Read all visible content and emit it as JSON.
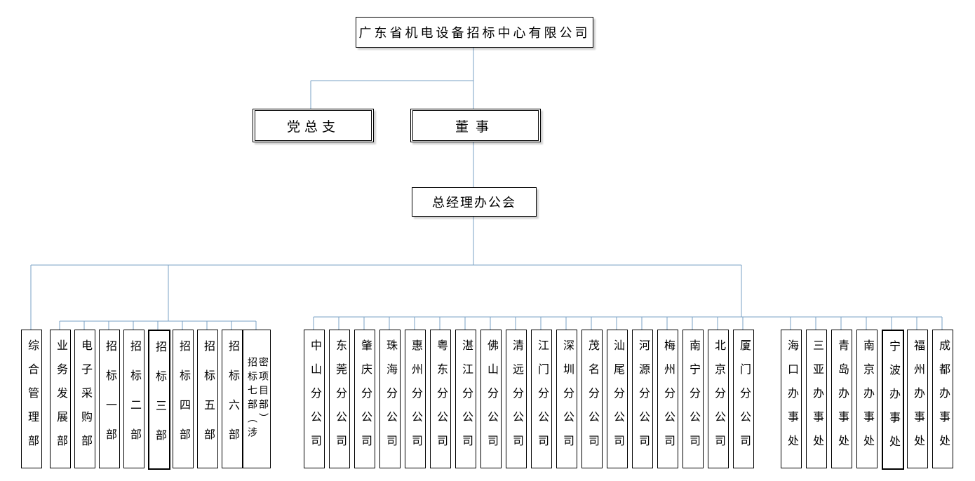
{
  "title_boxes": {
    "root": "广东省机电设备招标中心有限公司",
    "party": "党总支",
    "board": "董事",
    "gm_office": "总经理办公会"
  },
  "org": {
    "admin_dept": {
      "label": "综合管理部"
    },
    "departments": [
      {
        "label": "业务发展部"
      },
      {
        "label": "电子采购部"
      },
      {
        "label": "招标一部"
      },
      {
        "label": "招标二部"
      },
      {
        "label": "招标三部",
        "bold": true
      },
      {
        "label": "招标四部"
      },
      {
        "label": "招标五部"
      },
      {
        "label": "招标六部"
      },
      {
        "label": "招标七部（涉密项目部）",
        "wide": true
      }
    ],
    "branch_companies": [
      {
        "label": "中山分公司"
      },
      {
        "label": "东莞分公司"
      },
      {
        "label": "肇庆分公司"
      },
      {
        "label": "珠海分公司"
      },
      {
        "label": "惠州分公司"
      },
      {
        "label": "粤东分公司"
      },
      {
        "label": "湛江分公司"
      },
      {
        "label": "佛山分公司"
      },
      {
        "label": "清远分公司"
      },
      {
        "label": "江门分公司"
      },
      {
        "label": "深圳分公司"
      },
      {
        "label": "茂名分公司"
      },
      {
        "label": "汕尾分公司"
      },
      {
        "label": "河源分公司"
      },
      {
        "label": "梅州分公司"
      },
      {
        "label": "南宁分公司"
      },
      {
        "label": "北京分公司"
      },
      {
        "label": "厦门分公司"
      }
    ],
    "offices": [
      {
        "label": "海口办事处"
      },
      {
        "label": "三亚办事处"
      },
      {
        "label": "青岛办事处"
      },
      {
        "label": "南京办事处"
      },
      {
        "label": "宁波办事处",
        "bold": true
      },
      {
        "label": "福州办事处"
      },
      {
        "label": "成都办事处"
      }
    ]
  },
  "colors": {
    "connector": "#7AA0C4",
    "box_border": "#000000",
    "background": "#FFFFFF",
    "text": "#000000"
  }
}
